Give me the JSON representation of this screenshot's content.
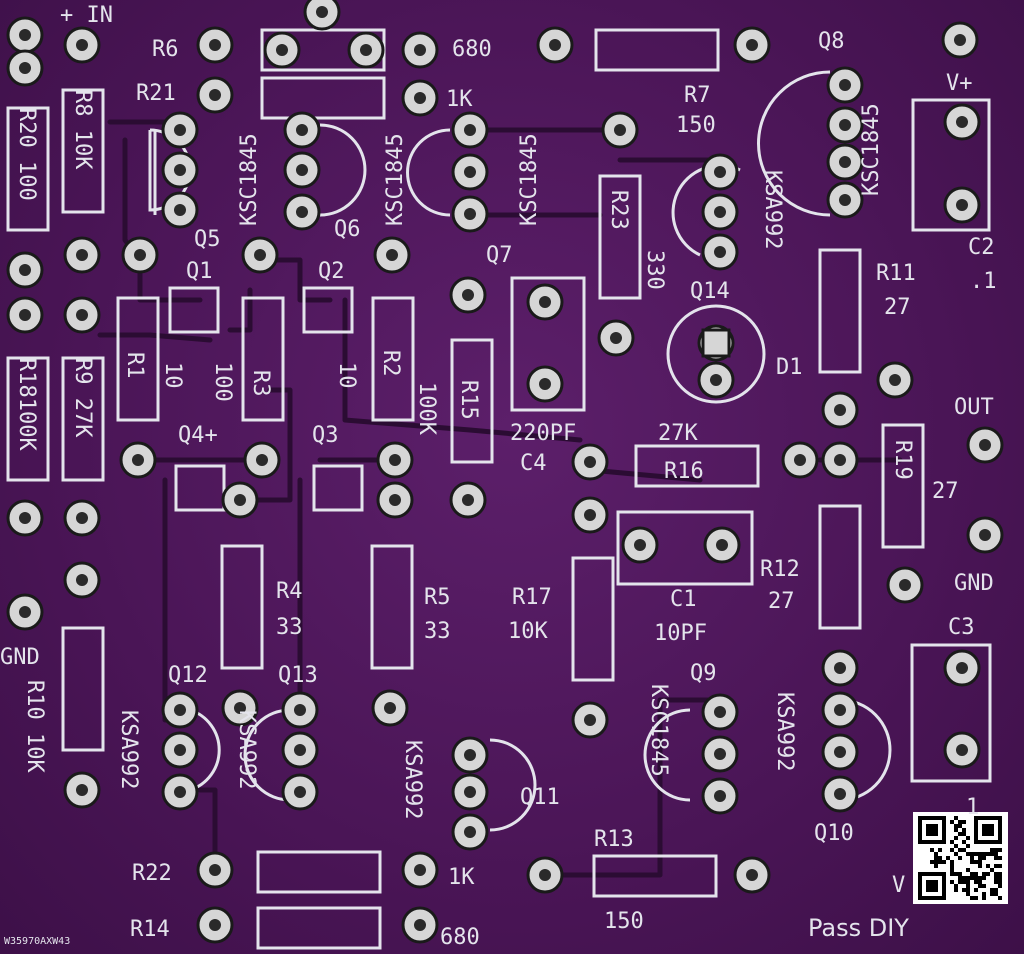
{
  "labels": {
    "in": "+ IN",
    "r6": "R6",
    "r6v": "680",
    "r21": "R21",
    "r21v": "1K",
    "r7": "R7",
    "r7v": "150",
    "q8": "Q8",
    "q8t": "KSC1845",
    "vplus": "V+",
    "r8": "R8 10K",
    "r20": "R20 100",
    "q5t": "KSC1845",
    "q6t": "KSC1845",
    "q7t": "KSC1845",
    "r23": "R23",
    "r23v": "330",
    "q14t": "KSA992",
    "q14": "Q14",
    "q5": "Q5",
    "q6": "Q6",
    "q7": "Q7",
    "q1": "Q1",
    "q2": "Q2",
    "c2": "C2",
    "c2v": ".1",
    "r11": "R11",
    "r11v": "27",
    "d1": "D1",
    "r1": "R1",
    "r1v": "10",
    "r3v": "100",
    "r3": "R3",
    "r2v": "10",
    "r2": "R2",
    "r15": "R15",
    "r15v": "100K",
    "r18": "R18100K",
    "r9": "R9 27K",
    "q4": "Q4+",
    "q3": "Q3",
    "c4v": "220PF",
    "c4": "C4",
    "r16v": "27K",
    "r16": "R16",
    "out": "OUT",
    "r19": "R19",
    "r19v": "27",
    "gnd1": "GND",
    "r4": "R4",
    "r4v": "33",
    "r5": "R5",
    "r5v": "33",
    "r17": "R17",
    "r17v": "10K",
    "c1": "C1",
    "c1v": "10PF",
    "r12": "R12",
    "r12v": "27",
    "c3": "C3",
    "gnd2": "GND",
    "r10": "R10 10K",
    "q12": "Q12",
    "q13": "Q13",
    "q12t": "KSA992",
    "q13t": "KSA992",
    "q11t": "KSA992",
    "q11": "Q11",
    "q9": "Q9",
    "q9t": "KSC1845",
    "q10t": "KSA992",
    "q10": "Q10",
    "c3v": "1",
    "r13": "R13",
    "r13v": "150",
    "r22": "R22",
    "r22v": "1K",
    "r14": "R14",
    "r14v": "680",
    "v": "V",
    "credit": "Pass DIY",
    "code": "W35970AXW43"
  },
  "colors": {
    "board": "#4a1556",
    "silk": "#e4e4ec",
    "pad": "#d6d6d6",
    "trace": "#2b0c33"
  }
}
